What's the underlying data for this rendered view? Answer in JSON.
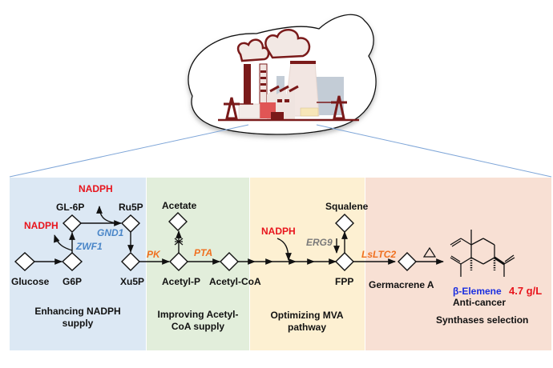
{
  "title": "Metabolic engineering of yeast cell factory for β-Elemene production",
  "colors": {
    "panel_nadph": "#dce8f4",
    "panel_acetyl": "#e2eedb",
    "panel_mva": "#fdf0d2",
    "panel_synthase": "#f8e0d4",
    "cofactor_red": "#e8141c",
    "gene_blue": "#4a86c8",
    "gene_orange": "#f07020",
    "gene_gray": "#7a7a7a",
    "product_blue": "#1a2ee0",
    "factory_dark": "#7a1a1a",
    "factory_red": "#e05555"
  },
  "sections": [
    {
      "id": "nadph",
      "title_line1": "Enhancing NADPH",
      "title_line2": "supply"
    },
    {
      "id": "acetyl",
      "title_line1": "Improving Acetyl-",
      "title_line2": "CoA supply"
    },
    {
      "id": "mva",
      "title_line1": "Optimizing MVA",
      "title_line2": "pathway"
    },
    {
      "id": "synthase",
      "title_line1": "Synthases selection",
      "title_line2": ""
    }
  ],
  "metabolites": {
    "glucose": "Glucose",
    "g6p": "G6P",
    "gl6p": "GL-6P",
    "ru5p": "Ru5P",
    "xu5p": "Xu5P",
    "acetate": "Acetate",
    "acetyl_p": "Acetyl-P",
    "acetyl_coa": "Acetyl-CoA",
    "squalene": "Squalene",
    "fpp": "FPP",
    "germacrene_a": "Germacrene A"
  },
  "cofactors": {
    "nadph_zwf1": "NADPH",
    "nadph_gnd1": "NADPH",
    "nadph_mva": "NADPH"
  },
  "genes": {
    "zwf1": "ZWF1",
    "gnd1": "GND1",
    "pk": "PK",
    "pta": "PTA",
    "erg9": "ERG9",
    "lsltc2": "LsLTC2"
  },
  "product": {
    "name": "β-Elemene",
    "titer": "4.7 g/L",
    "activity": "Anti-cancer",
    "heat_symbol": "△"
  }
}
